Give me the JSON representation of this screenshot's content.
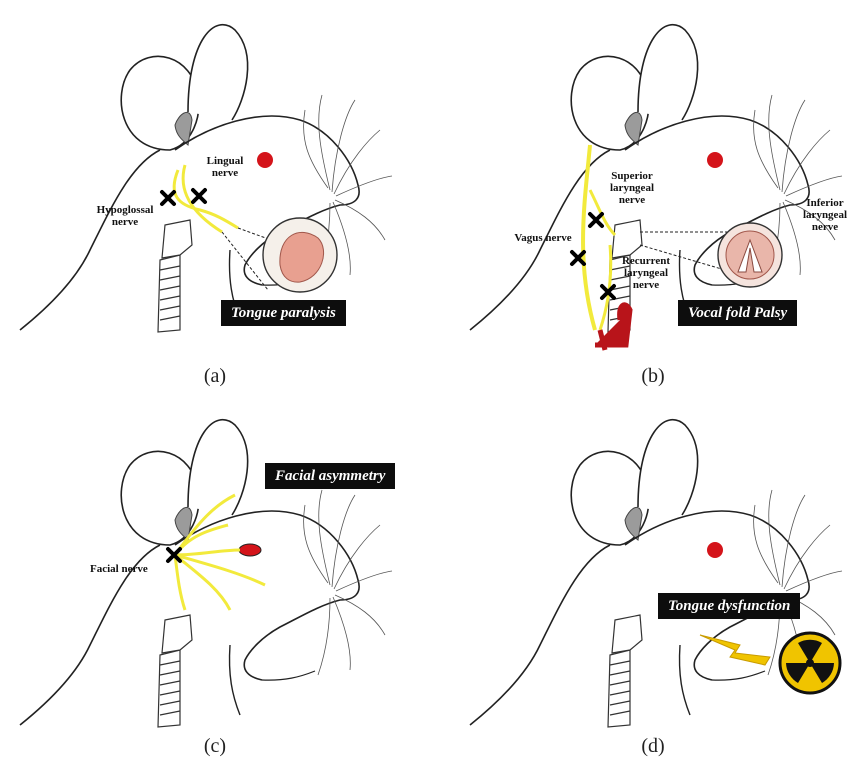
{
  "panels": {
    "a": {
      "caption": "(a)",
      "banner": "Tongue paralysis",
      "labels": {
        "lingual": "Lingual nerve",
        "hypoglossal": "Hypoglossal nerve"
      }
    },
    "b": {
      "caption": "(b)",
      "banner": "Vocal fold Palsy",
      "labels": {
        "superior": "Superior laryngeal nerve",
        "inferior": "Inferior laryngeal nerve",
        "vagus": "Vagus nerve",
        "recurrent": "Recurrent laryngeal nerve"
      }
    },
    "c": {
      "caption": "(c)",
      "banner": "Facial asymmetry",
      "labels": {
        "facial": "Facial nerve"
      }
    },
    "d": {
      "caption": "(d)",
      "banner": "Tongue dysfunction"
    }
  },
  "colors": {
    "nerve": "#f2ea3c",
    "eye": "#d4141a",
    "artery": "#b8141a",
    "banner": "#0d0d0d",
    "radiation": "#f0c400"
  },
  "icons": [
    "cross-mark-icon",
    "tongue-icon",
    "vocal-fold-icon",
    "radiation-icon",
    "lightning-icon"
  ]
}
